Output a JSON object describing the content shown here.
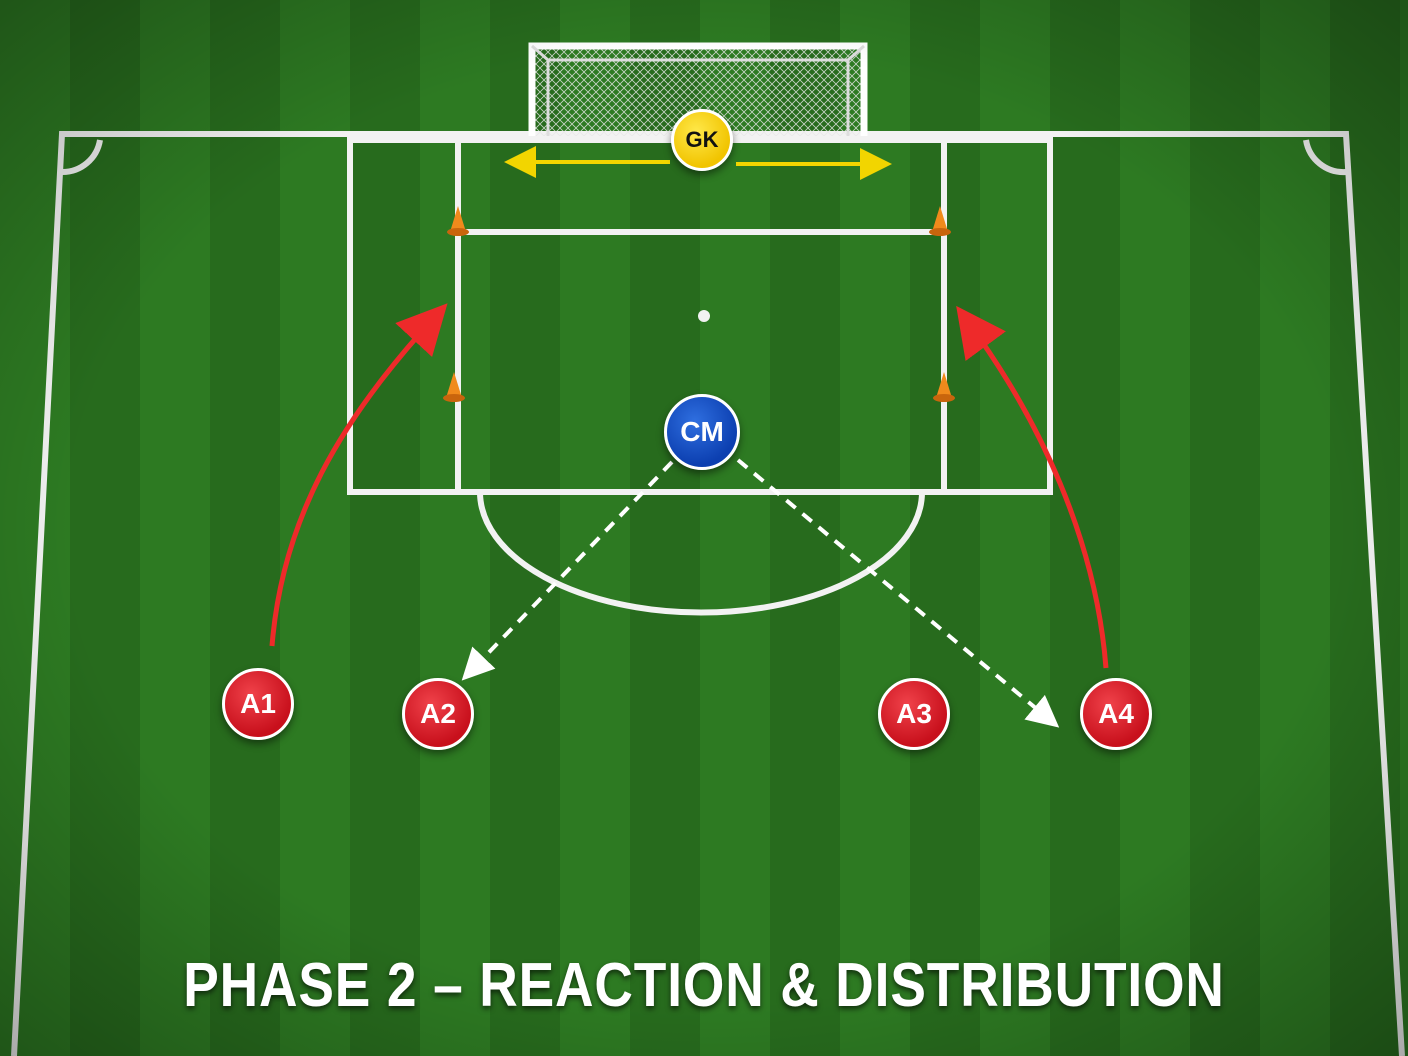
{
  "caption": "PHASE 2 – REACTION & DISTRIBUTION",
  "players": {
    "gk": "GK",
    "cm": "CM",
    "a1": "A1",
    "a2": "A2",
    "a3": "A3",
    "a4": "A4"
  },
  "colors": {
    "attacker": "#d81b24",
    "central_mid": "#1a4fcf",
    "goalkeeper": "#f5d000",
    "keeper_arrow": "#f2d500",
    "run_arrow": "#ee2a2a",
    "pass_arrow": "#ffffff",
    "cone": "#f08a1c"
  }
}
